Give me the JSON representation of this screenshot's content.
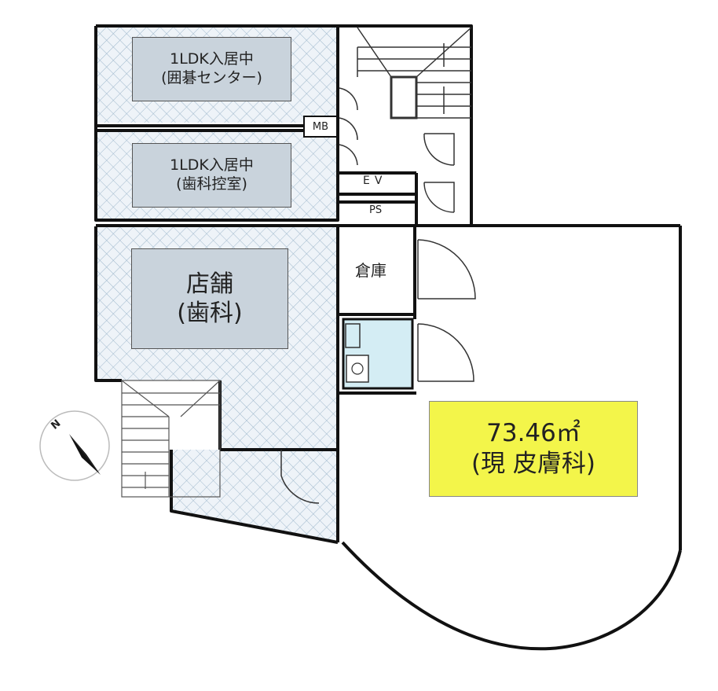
{
  "units": [
    {
      "line1": "1LDK入居中",
      "line2": "(囲碁センター)"
    },
    {
      "line1": "1LDK入居中",
      "line2": "(歯科控室)"
    }
  ],
  "store": {
    "line1": "店舗",
    "line2": "(歯科)"
  },
  "featured": {
    "area": "73.46㎡",
    "use": "(現 皮膚科)"
  },
  "labels": {
    "mb": "MB",
    "ev": "EV",
    "ps": "PS",
    "storage": "倉庫",
    "compass": "N"
  },
  "colors": {
    "wall": "#111111",
    "room_gray": "#c9d3dc",
    "highlight": "#f3f54a",
    "toilet": "#d4edf4",
    "hatch": "#9fb8cc"
  }
}
